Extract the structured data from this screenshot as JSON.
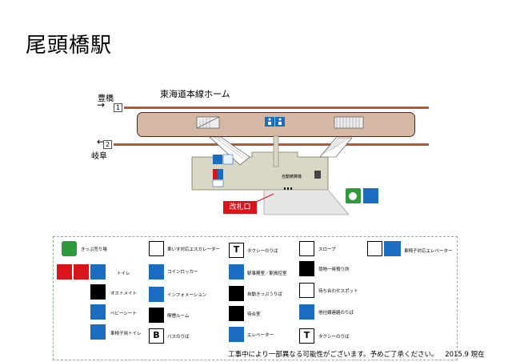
{
  "station_title": "尾頭橋駅",
  "platform_name": "東海道本線ホーム",
  "directions": [
    {
      "label": "豊橋",
      "arrow": "→",
      "track": "1"
    },
    {
      "label": "岐阜",
      "arrow": "←",
      "track": "2"
    }
  ],
  "map_labels": {
    "ticket_machine": "自動精算機",
    "ticket_gate": "改札口"
  },
  "legend": [
    {
      "icon": "ticket-office-icon",
      "label": "きっぷ売り場"
    },
    {
      "icon": "toilet-icon",
      "label": "トイレ"
    },
    {
      "icon": "ostomate-icon",
      "label": "オストメイト"
    },
    {
      "icon": "baby-seat-icon",
      "label": "ベビーシート"
    },
    {
      "icon": "accessible-toilet-icon",
      "label": "車椅子用トイレ"
    },
    {
      "icon": "wheelchair-escalator-icon",
      "label": "車いす対応エスカレーター"
    },
    {
      "icon": "coin-locker-icon",
      "label": "コインロッカー"
    },
    {
      "icon": "information-icon",
      "label": "インフォメーション"
    },
    {
      "icon": "smoking-room-icon",
      "label": "喫煙ルーム"
    },
    {
      "icon": "bus-stop-icon",
      "label": "バスのりば"
    },
    {
      "icon": "taxi-stop-icon",
      "label": "タクシーのりば"
    },
    {
      "icon": "station-office-icon",
      "label": "駅事務室／駅員控室"
    },
    {
      "icon": "ticket-machine-icon",
      "label": "自動きっぷうりば"
    },
    {
      "icon": "waiting-room-icon",
      "label": "待合室"
    },
    {
      "icon": "elevator-icon",
      "label": "エレベーター"
    },
    {
      "icon": "slope-icon",
      "label": "スロープ"
    },
    {
      "icon": "baggage-icon",
      "label": "荷物一時預り所"
    },
    {
      "icon": "meeting-spot-icon",
      "label": "待ち合わせスポット"
    },
    {
      "icon": "company-office-icon",
      "label": "他社線連絡のりば"
    },
    {
      "icon": "taxi-stop-icon-2",
      "label": "タクシーのりば"
    },
    {
      "icon": "wheelchair-elevator-icon",
      "label": "車椅子対応エレベーター"
    }
  ],
  "footer_note": "工事中により一部異なる可能性がございます。予めご了承ください。",
  "footer_date": "2015.9 現在",
  "colors": {
    "rail": "#c0562f",
    "platform": "#d4b8a4",
    "concourse": "#d8d8c4",
    "gate": "#d9141b",
    "accessible": "#1a6dc0",
    "green": "#2f9a3c"
  }
}
